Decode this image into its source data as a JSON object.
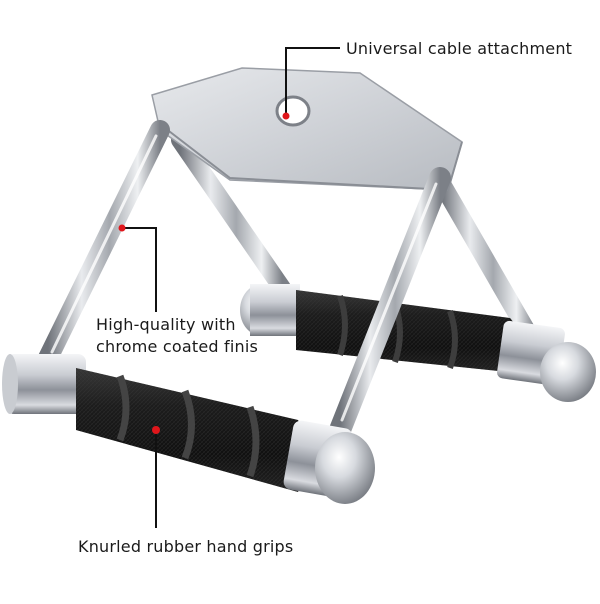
{
  "image": {
    "subject": "chrome-rowing-handle",
    "background_color": "#ffffff",
    "accent_dot_color": "#e0161b",
    "callout_line_color": "#111111"
  },
  "callouts": {
    "cable": {
      "label": "Universal cable attachment"
    },
    "chrome": {
      "label": "High-quality with chrome coated finis"
    },
    "grip": {
      "label": "Knurled rubber hand grips"
    }
  }
}
